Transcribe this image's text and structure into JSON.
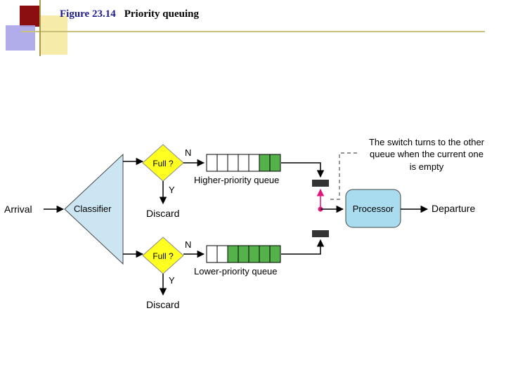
{
  "slide": {
    "figure_number": "Figure 23.14",
    "title": "Priority queuing"
  },
  "colors": {
    "classifier_fill": "#cbe6f2",
    "decision_fill": "#ffff22",
    "queue_green": "#55b24a",
    "processor_fill": "#a8dcee",
    "switch_pink": "#e0147a",
    "title_blue": "#1c1c8c"
  },
  "diagram": {
    "arrival_label": "Arrival",
    "classifier_label": "Classifier",
    "high": {
      "decision_label": "Full ?",
      "no_label": "N",
      "yes_label": "Y",
      "discard_label": "Discard",
      "queue_label": "Higher-priority queue",
      "queue_slots": 7,
      "queue_filled": 2
    },
    "low": {
      "decision_label": "Full ?",
      "no_label": "N",
      "yes_label": "Y",
      "discard_label": "Discard",
      "queue_label": "Lower-priority queue",
      "queue_slots": 7,
      "queue_filled": 5
    },
    "processor_label": "Processor",
    "departure_label": "Departure",
    "switch_note": [
      "The switch turns to the other",
      "queue when the current one",
      "is empty"
    ]
  }
}
